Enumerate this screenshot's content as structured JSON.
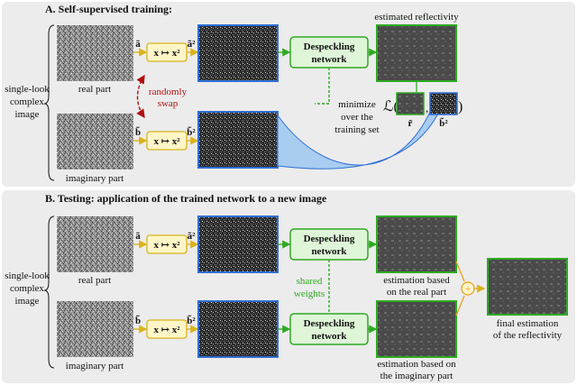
{
  "panel_a": {
    "title": "A. Self-supervised training:",
    "input_label": [
      "single-look",
      "complex",
      "image"
    ],
    "real_label": "real part",
    "imag_label": "imaginary part",
    "swap_label": [
      "randomly",
      "swap"
    ],
    "var_a": "ã",
    "var_b": "b̃",
    "square_op": "x ↦ x²",
    "var_a2": "ã²",
    "var_b2": "b̃²",
    "network_label": [
      "Despeckling",
      "network"
    ],
    "estimated_label": "estimated reflectivity",
    "minimize_label": [
      "minimize",
      "over the",
      "training set"
    ],
    "loss_symbol": "ℒ(",
    "loss_close": ")",
    "loss_comma": ",",
    "var_r": "r̃",
    "var_b2_small": "b̃²"
  },
  "panel_b": {
    "title": "B. Testing: application of the trained network to a new image",
    "input_label": [
      "single-look",
      "complex",
      "image"
    ],
    "real_label": "real part",
    "imag_label": "imaginary part",
    "var_a": "ã",
    "var_b": "b̃",
    "square_op": "x ↦ x²",
    "var_a2": "ã²",
    "var_b2": "b̃²",
    "network_label": [
      "Despeckling",
      "network"
    ],
    "shared_label": [
      "shared",
      "weights"
    ],
    "est_real_label": [
      "estimation based",
      "on the real part"
    ],
    "est_imag_label": [
      "estimation based on",
      "the imaginary part"
    ],
    "plus": "+",
    "final_label": [
      "final estimation",
      "of the reflectivity"
    ]
  },
  "colors": {
    "panel_bg": "#ececec",
    "network_fill": "#dff5d8",
    "network_border": "#2eaa22",
    "op_fill": "#fff6c8",
    "op_border": "#d8b31c",
    "image_border_blue": "#2f6fd6",
    "image_border_green": "#2eaa22",
    "swap_red": "#b01010",
    "plus_orange": "#e8a020",
    "band_blue": "#a8cdf0"
  }
}
